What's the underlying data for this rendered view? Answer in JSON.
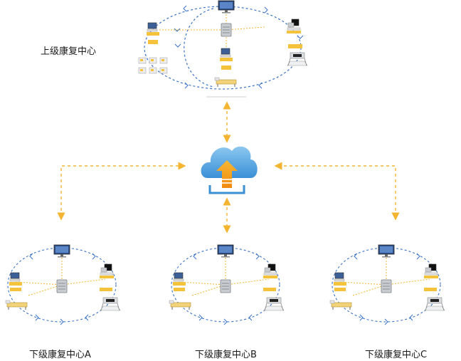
{
  "centers": {
    "upper": "上级康复中心",
    "lower_a": "下级康复中心A",
    "lower_b": "下级康复中心B",
    "lower_c": "下级康复中心C"
  },
  "colors": {
    "link": "#f3b531",
    "ring": "#3b73c7",
    "cloud": "#3a8fd6",
    "cloud_light": "#8cc8f0",
    "arrow": "#f39a1c",
    "device_yellow": "#f5c33b"
  },
  "icons": [
    "cloud-upload-icon",
    "monitor-icon",
    "server-icon",
    "computer-icon",
    "treadmill-icon",
    "rehab-bed-icon",
    "bicycle-icon"
  ]
}
